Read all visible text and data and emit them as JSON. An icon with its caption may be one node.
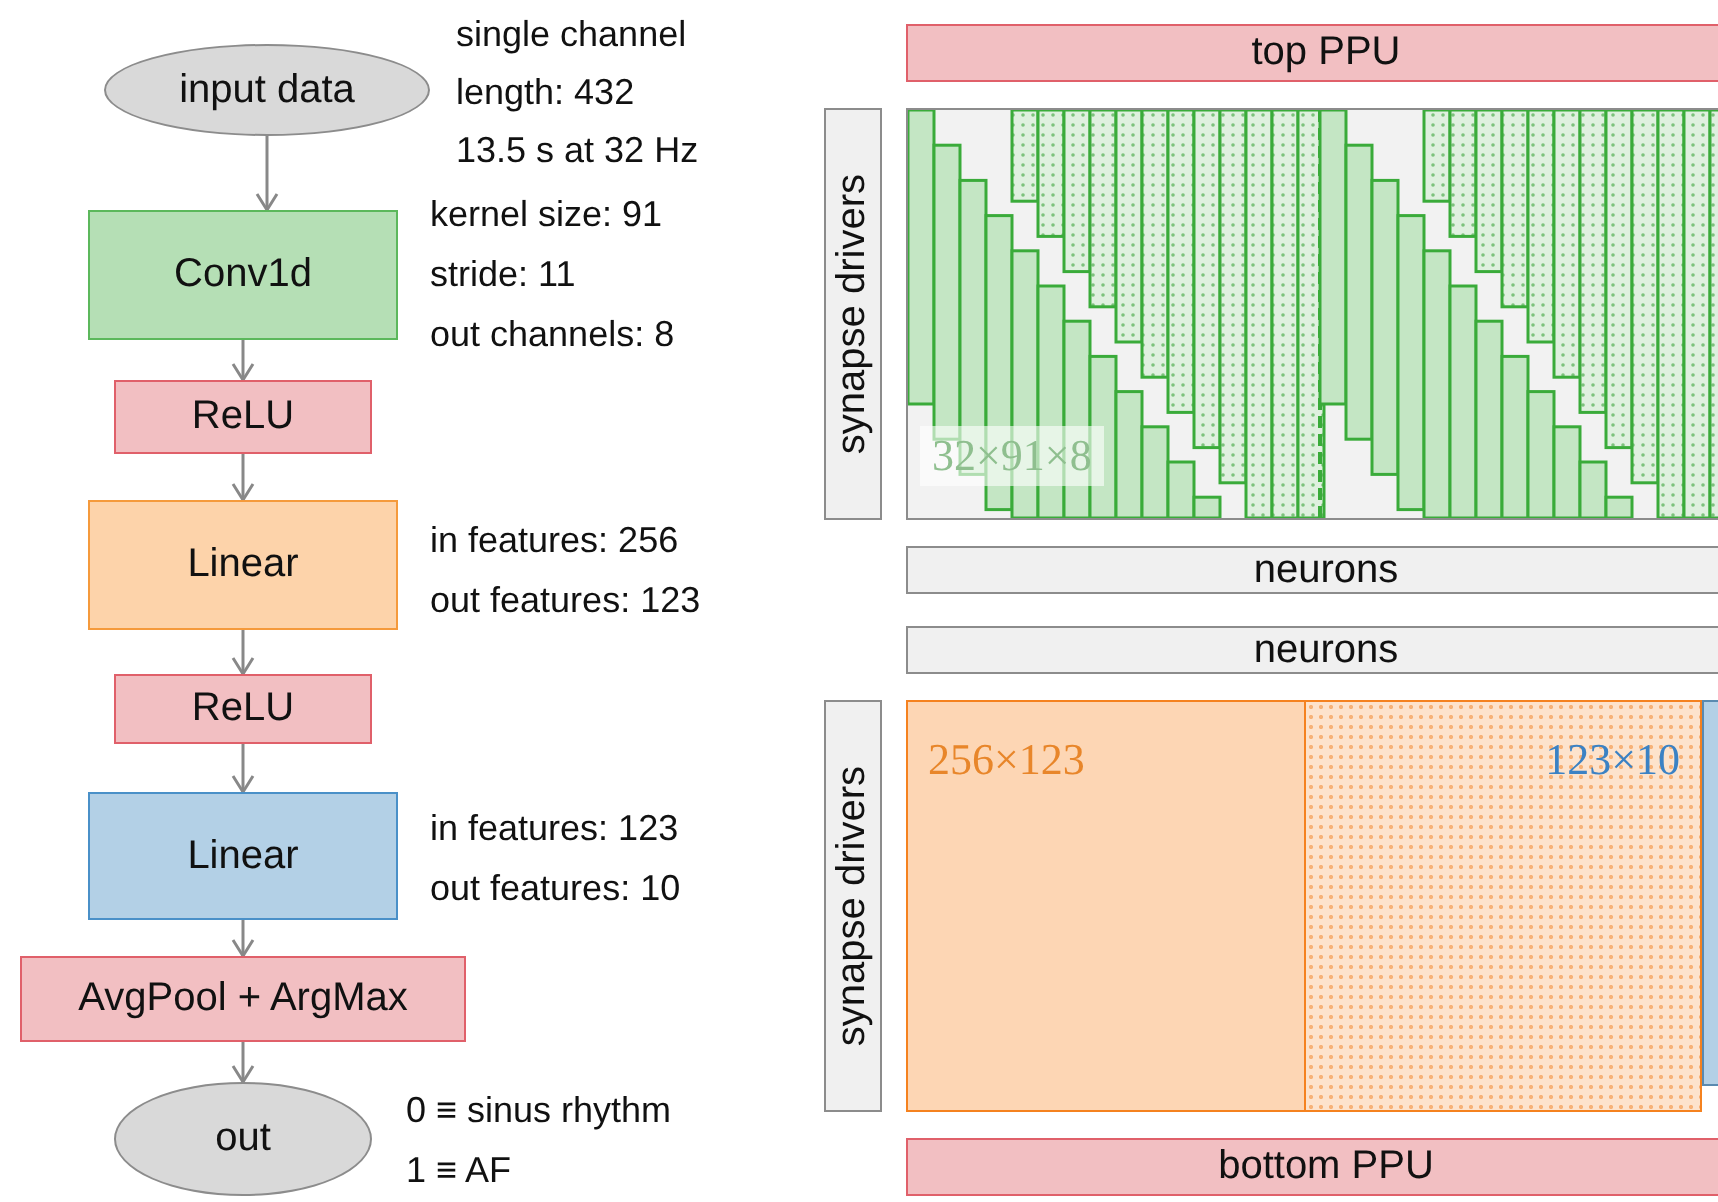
{
  "diagram": {
    "nodes": [
      {
        "text": [
          "input data"
        ],
        "beside": [
          "single channel",
          "length:  432",
          "13.5 s at 32 Hz"
        ]
      },
      {
        "text": [
          "Conv1d"
        ],
        "beside": [
          "kernel size:  91",
          "stride:  11",
          "out channels:  8"
        ]
      },
      {
        "text": [
          "ReLU"
        ]
      },
      {
        "text": [
          "Linear"
        ],
        "beside": [
          "in features:  256",
          "out features:  123"
        ]
      },
      {
        "text": [
          "ReLU"
        ]
      },
      {
        "text": [
          "Linear"
        ],
        "beside": [
          "in features:  123",
          "out features:  10"
        ]
      },
      {
        "text": [
          "AvgPool + ArgMax"
        ]
      },
      {
        "text": [
          "out"
        ],
        "beside": [
          "0 ≡ sinus rhythm",
          "1 ≡ AF"
        ]
      },
      {
        "text": [
          "top PPU"
        ]
      },
      {
        "text": [
          "synapse drivers"
        ]
      },
      {
        "text": [
          "32×91×8"
        ]
      },
      {
        "text": [
          "neurons"
        ]
      },
      {
        "text": [
          "neurons"
        ]
      },
      {
        "text": [
          "synapse drivers"
        ]
      },
      {
        "text": [
          "256×123"
        ]
      },
      {
        "text": [
          "123×10"
        ]
      },
      {
        "text": [],
        "shape": "box"
      },
      {
        "text": [
          "bottom PPU"
        ]
      }
    ],
    "edges": [
      {
        "from": 0,
        "to": 1,
        "arrow": "to"
      },
      {
        "from": 1,
        "to": 2,
        "arrow": "to"
      },
      {
        "from": 2,
        "to": 3,
        "arrow": "to"
      },
      {
        "from": 3,
        "to": 4,
        "arrow": "to"
      },
      {
        "from": 4,
        "to": 5,
        "arrow": "to"
      },
      {
        "from": 5,
        "to": 6,
        "arrow": "to"
      },
      {
        "from": 6,
        "to": 7,
        "arrow": "to"
      }
    ]
  }
}
